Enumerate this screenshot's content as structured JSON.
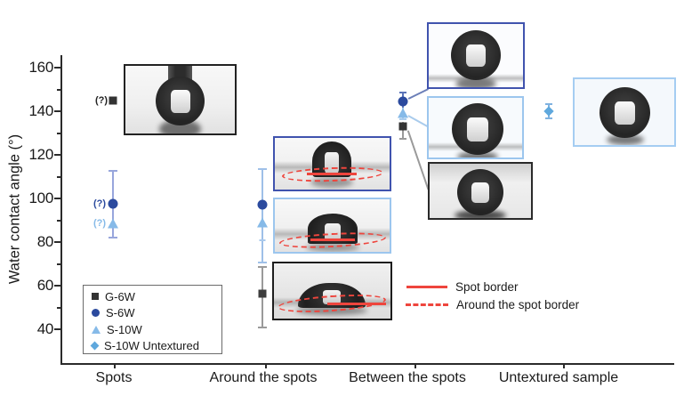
{
  "ui": {
    "ylabel": "Water contact angle (°)",
    "yticks": [
      "160",
      "140",
      "120",
      "100",
      "80",
      "60",
      "40"
    ],
    "xlabels": [
      "Spots",
      "Around the spots",
      "Between the spots",
      "Untextured sample"
    ],
    "q_labels": [
      "(?)",
      "(?)",
      "(?)"
    ],
    "legend": {
      "items": [
        {
          "label": "G-6W",
          "marker": "square",
          "color": "#333333"
        },
        {
          "label": "S-6W",
          "marker": "circle",
          "color": "#2b4a9e"
        },
        {
          "label": "S-10W",
          "marker": "triangle",
          "color": "#86bae8"
        },
        {
          "label": "S-10W Untextured",
          "marker": "diamond",
          "color": "#5fa8dd"
        }
      ]
    },
    "line_legend": {
      "solid_label": "Spot border",
      "dashed_label": "Around the spot border",
      "color": "#ee453d"
    }
  },
  "chart_data": {
    "type": "scatter",
    "title": "",
    "xlabel": "",
    "ylabel": "Water contact angle (°)",
    "ylim": [
      30,
      165
    ],
    "yticks": [
      40,
      60,
      80,
      100,
      120,
      140,
      160
    ],
    "grid": false,
    "legend_position": "lower-left",
    "categories": [
      "Spots",
      "Around the spots",
      "Between the spots",
      "Untextured sample"
    ],
    "series": [
      {
        "name": "G-6W",
        "marker": "square",
        "color": "#333333",
        "points": [
          {
            "category": "Spots",
            "value": 145,
            "annotation": "(?)"
          },
          {
            "category": "Around the spots",
            "value": 56,
            "err_plus": 13,
            "err_minus": 15
          },
          {
            "category": "Between the spots",
            "value": 133,
            "err_plus": 3,
            "err_minus": 4
          }
        ]
      },
      {
        "name": "S-6W",
        "marker": "circle",
        "color": "#2b4a9e",
        "points": [
          {
            "category": "Spots",
            "value": 98,
            "err_plus": 15,
            "err_minus": 16,
            "annotation": "(?)"
          },
          {
            "category": "Around the spots",
            "value": 97,
            "err_plus": 16,
            "err_minus": 11
          },
          {
            "category": "Between the spots",
            "value": 144,
            "err_plus": 4,
            "err_minus": 3
          }
        ]
      },
      {
        "name": "S-10W",
        "marker": "triangle",
        "color": "#86bae8",
        "points": [
          {
            "category": "Spots",
            "value": 89,
            "err_plus": 8,
            "err_minus": 7,
            "annotation": "(?)"
          },
          {
            "category": "Around the spots",
            "value": 89,
            "err_plus": 9,
            "err_minus": 18
          },
          {
            "category": "Between the spots",
            "value": 140,
            "err_plus": 3,
            "err_minus": 3
          }
        ]
      },
      {
        "name": "S-10W Untextured",
        "marker": "diamond",
        "color": "#5fa8dd",
        "points": [
          {
            "category": "Untextured sample",
            "value": 140,
            "err_plus": 3,
            "err_minus": 3
          }
        ]
      }
    ],
    "line_legend": [
      {
        "style": "solid",
        "color": "#ee453d",
        "label": "Spot border"
      },
      {
        "style": "dashed",
        "color": "#ee453d",
        "label": "Around the spot border"
      }
    ],
    "insets": [
      {
        "category": "Spots",
        "border_color": "#222222",
        "content": "droplet photo, needle attached, contact angle ~145°"
      },
      {
        "category": "Around the spots",
        "border_color": "#4053ae",
        "content": "droplet photo with red dashed around-spot-border ellipse, ~97°"
      },
      {
        "category": "Around the spots",
        "border_color": "#9cc6ee",
        "content": "droplet photo with red dashed around-spot-border ellipse, ~89°"
      },
      {
        "category": "Around the spots",
        "border_color": "#1d1d1d",
        "content": "flat droplet photo with red dashed ellipse and solid spot-border line, ~56°"
      },
      {
        "category": "Between the spots",
        "border_color": "#4053ae",
        "content": "near-spherical droplet photo, ~144°"
      },
      {
        "category": "Between the spots",
        "border_color": "#9cc6ee",
        "content": "near-spherical droplet photo, ~140°"
      },
      {
        "category": "Between the spots",
        "border_color": "#2a2a2a",
        "content": "near-spherical droplet photo, ~133°"
      },
      {
        "category": "Untextured sample",
        "border_color": "#a5cdf2",
        "content": "near-spherical droplet photo, ~140°"
      }
    ]
  }
}
